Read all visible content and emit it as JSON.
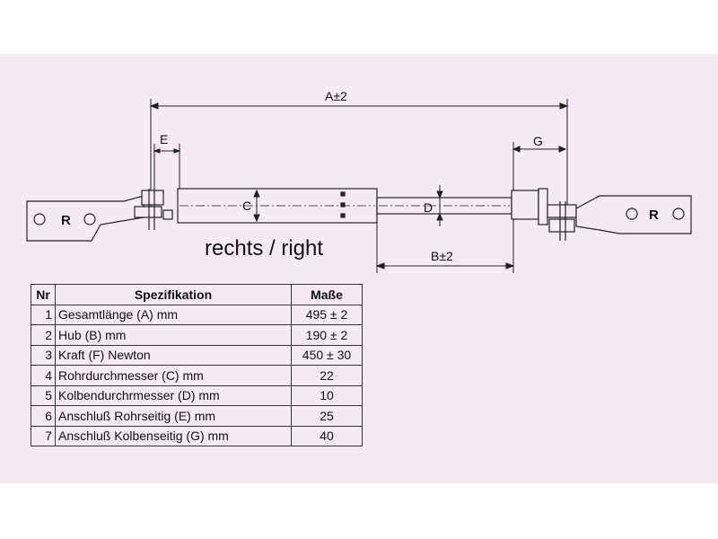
{
  "dimensions": {
    "A": "A±2",
    "B": "B±2",
    "C": "C",
    "D": "D",
    "E": "E",
    "G": "G"
  },
  "caption": "rechts / right",
  "eyes": {
    "left": "R",
    "right": "R"
  },
  "table": {
    "headers": [
      "Nr",
      "Spezifikation",
      "Maße"
    ],
    "rows": [
      {
        "nr": "1",
        "spec": "Gesamtlänge (A) mm",
        "value": "495 ± 2"
      },
      {
        "nr": "2",
        "spec": "Hub (B)  mm",
        "value": "190 ± 2"
      },
      {
        "nr": "3",
        "spec": "Kraft (F) Newton",
        "value": "450 ± 30"
      },
      {
        "nr": "4",
        "spec": "Rohrdurchmesser (C) mm",
        "value": "22"
      },
      {
        "nr": "5",
        "spec": "Kolbendurchrmesser (D) mm",
        "value": "10"
      },
      {
        "nr": "6",
        "spec": "Anschluß Rohrseitig (E) mm",
        "value": "25"
      },
      {
        "nr": "7",
        "spec": "Anschluß Kolbenseitig (G) mm",
        "value": "40"
      }
    ]
  },
  "colors": {
    "background": "#f6eaf3",
    "line": "#222222"
  }
}
